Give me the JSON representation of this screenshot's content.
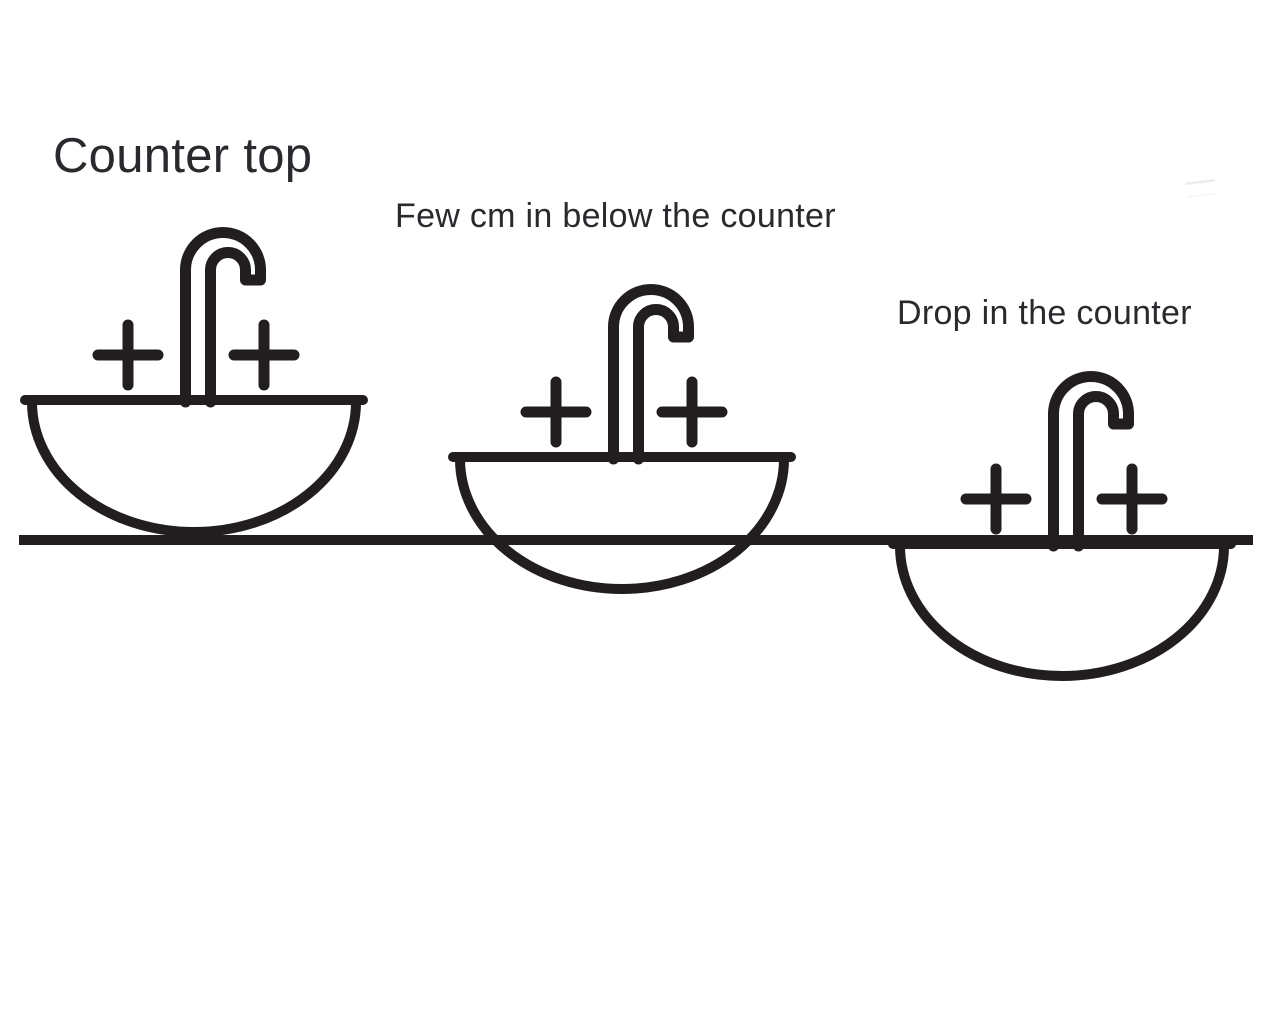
{
  "diagram": {
    "description": "Sink installation types relative to the counter",
    "counter_line_color": "#221e1f",
    "background_color": "#ffffff",
    "label_text_color": "#29292e",
    "sinks": [
      {
        "id": "counter-top",
        "label": "Counter top"
      },
      {
        "id": "few-cm-below-counter",
        "label": "Few cm in below the counter"
      },
      {
        "id": "drop-in-counter",
        "label": "Drop in the counter"
      }
    ]
  }
}
